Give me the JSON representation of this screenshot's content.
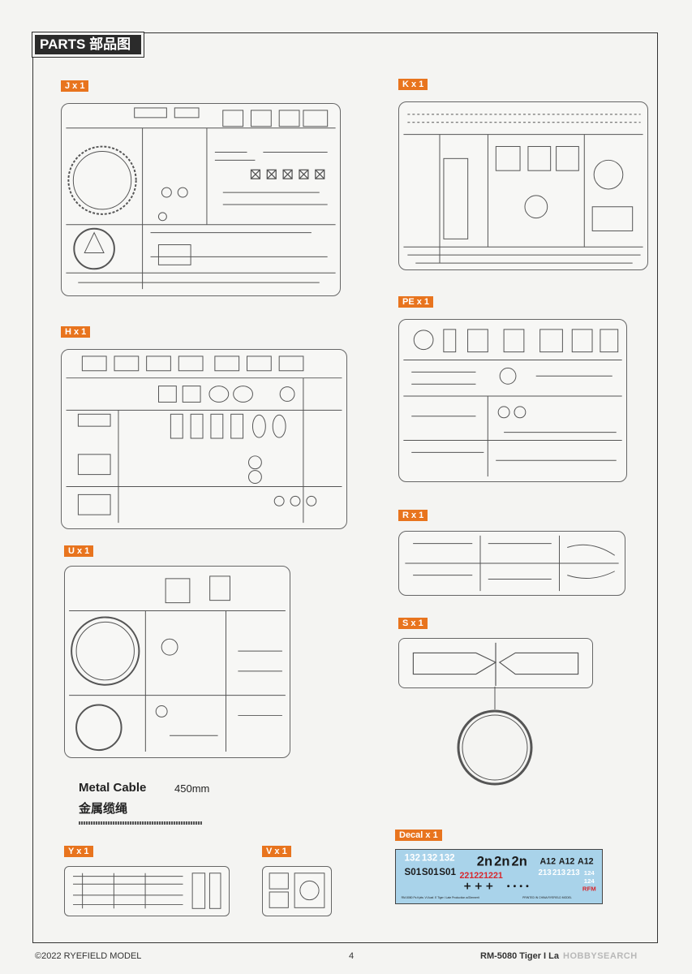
{
  "header": {
    "title": "PARTS  部品图"
  },
  "sprues": {
    "j": {
      "label": "J x 1"
    },
    "k": {
      "label": "K x 1"
    },
    "h": {
      "label": "H x 1"
    },
    "pe": {
      "label": "PE x 1"
    },
    "r": {
      "label": "R x 1"
    },
    "u": {
      "label": "U x 1"
    },
    "s": {
      "label": "S x 1"
    },
    "y": {
      "label": "Y x 1"
    },
    "v": {
      "label": "V x 1"
    }
  },
  "cable": {
    "title": "Metal Cable",
    "length": "450mm",
    "title_cn": "金属缆绳"
  },
  "decal": {
    "label": "Decal x 1",
    "row1": [
      "132",
      "132",
      "132"
    ],
    "row1_b": [
      "2n",
      "2n",
      "2n"
    ],
    "row1_c": [
      "A12",
      "A12",
      "A12"
    ],
    "row2": [
      "S01",
      "S01",
      "S01"
    ],
    "row2_b": "221221221",
    "row2_c": [
      "213",
      "213",
      "213"
    ],
    "t24": [
      "124",
      "124"
    ],
    "caption_left": "RM-5080 Pz.Kpfw. VI Ausf. E Tiger I Late Production w/Zimmerit",
    "caption_right": "PRINTED IN CHINA  RYEFIELD MODEL",
    "logo": "RFM",
    "colors": {
      "background": "#a9d3ea",
      "white": "#ffffff",
      "red": "#d8262c",
      "black": "#1a1a1a"
    }
  },
  "footer": {
    "copyright": "©2022 RYEFIELD MODEL",
    "page": "4",
    "model": "RM-5080 Tiger I La",
    "watermark": "HOBBYSEARCH"
  },
  "colors": {
    "label_orange": "#e8741e",
    "header_bg": "#2b2b2b"
  }
}
